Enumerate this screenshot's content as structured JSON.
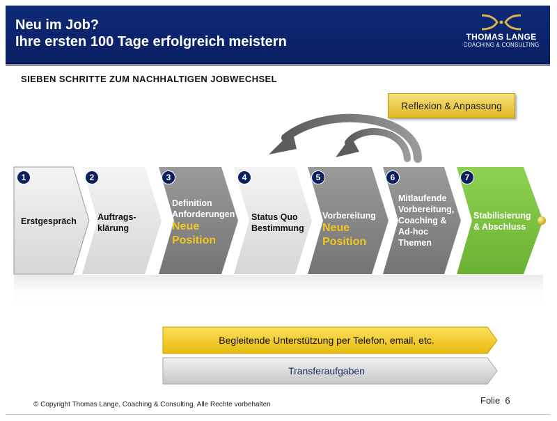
{
  "header": {
    "title_line1": "Neu im Job?",
    "title_line2": "Ihre ersten 100 Tage erfolgreich meistern",
    "logo_name": "THOMAS LANGE",
    "logo_sub": "COACHING & CONSULTING"
  },
  "subtitle": "SIEBEN SCHRITTE ZUM NACHHALTIGEN JOBWECHSEL",
  "reflexion_label": "Reflexion & Anpassung",
  "steps": [
    {
      "number": "1",
      "label": "Erstgespräch",
      "highlight": ""
    },
    {
      "number": "2",
      "label": "Auftrags-\nklärung",
      "highlight": ""
    },
    {
      "number": "3",
      "label": "Definition\nAnforderungen",
      "highlight": "Neue\nPosition"
    },
    {
      "number": "4",
      "label": "Status Quo\nBestimmung",
      "highlight": ""
    },
    {
      "number": "5",
      "label": "Vorbereitung",
      "highlight": "Neue\nPosition"
    },
    {
      "number": "6",
      "label": "Mitlaufende\nVorbereitung,\nCoaching &\nAd-hoc\nThemen",
      "highlight": ""
    },
    {
      "number": "7",
      "label": "Stabilisierung\n& Abschluss",
      "highlight": ""
    }
  ],
  "support_bar_label": "Begleitende Unterstützung per Telefon, email, etc.",
  "transfer_bar_label": "Transferaufgaben",
  "footer": {
    "copyright": "© Copyright Thomas Lange, Coaching & Consulting. Alle Rechte vorbehalten",
    "folie": "Folie  6"
  },
  "colors": {
    "header_bg": "#0c2370",
    "number_badge": "#0c1f5e",
    "highlight_text": "#f2c61f",
    "step_light": "#e2e2e2",
    "step_dark": "#8a8a8a",
    "step_green": "#7cc142",
    "support_bar": "#f3c623",
    "transfer_bar": "#d6d6d6"
  }
}
